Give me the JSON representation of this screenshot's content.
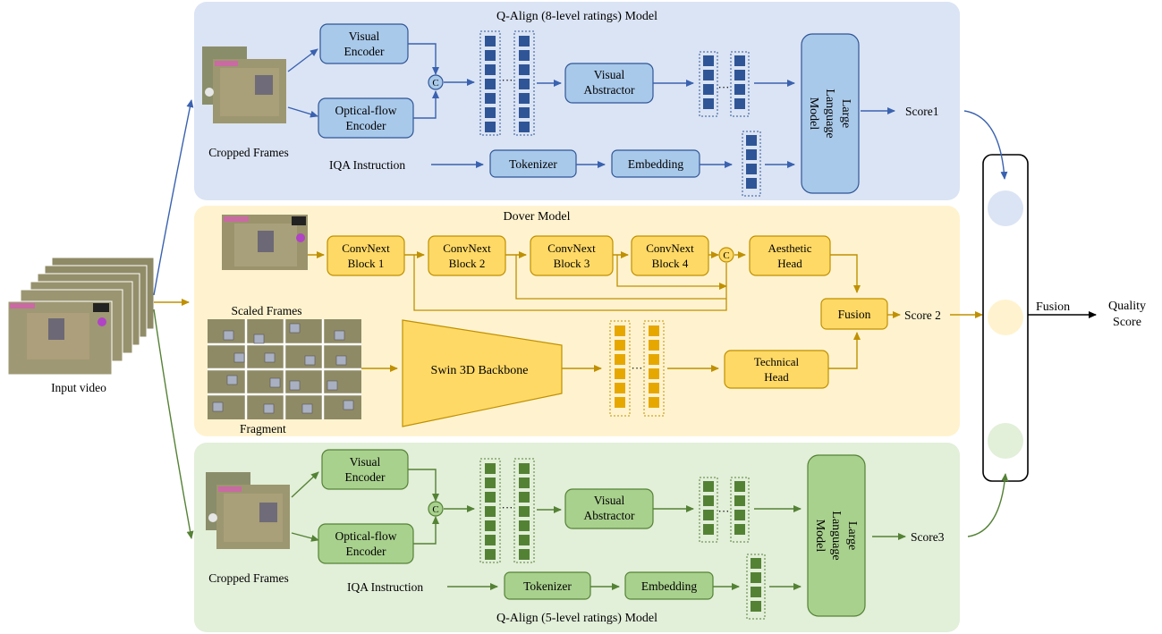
{
  "top": {
    "title": "Q-Align (8-level ratings) Model",
    "visual_encoder": [
      "Visual",
      "Encoder"
    ],
    "optical_flow_encoder": [
      "Optical-flow",
      "Encoder"
    ],
    "concat": "C",
    "visual_abstractor": [
      "Visual",
      "Abstractor"
    ],
    "llm": [
      "Large",
      "Language",
      "Model"
    ],
    "cropped_frames": "Cropped Frames",
    "iqa_instruction": "IQA Instruction",
    "tokenizer": "Tokenizer",
    "embedding": "Embedding",
    "score": "Score1",
    "ellipsis": "···"
  },
  "middle": {
    "title": "Dover Model",
    "blocks": [
      [
        "ConvNext",
        "Block 1"
      ],
      [
        "ConvNext",
        "Block 2"
      ],
      [
        "ConvNext",
        "Block 3"
      ],
      [
        "ConvNext",
        "Block 4"
      ]
    ],
    "concat": "C",
    "aesthetic_head": [
      "Aesthetic",
      "Head"
    ],
    "technical_head": [
      "Technical",
      "Head"
    ],
    "fusion": "Fusion",
    "score": "Score 2",
    "scaled_frames": "Scaled Frames",
    "fragment": "Fragment",
    "swin": "Swin 3D Backbone",
    "ellipsis": "···"
  },
  "bottom": {
    "title": "Q-Align (5-level ratings) Model",
    "visual_encoder": [
      "Visual",
      "Encoder"
    ],
    "optical_flow_encoder": [
      "Optical-flow",
      "Encoder"
    ],
    "concat": "C",
    "visual_abstractor": [
      "Visual",
      "Abstractor"
    ],
    "llm": [
      "Large",
      "Language",
      "Model"
    ],
    "cropped_frames": "Cropped Frames",
    "iqa_instruction": "IQA Instruction",
    "tokenizer": "Tokenizer",
    "embedding": "Embedding",
    "score": "Score3",
    "ellipsis": "···"
  },
  "input_video": "Input video",
  "fusion_label": "Fusion",
  "quality_score": [
    "Quality",
    "Score"
  ],
  "colors": {
    "blue_panel": "#dbe4f4",
    "blue_box": "#a9c9ea",
    "blue_dark": "#2f5597",
    "blue_arrow": "#3a62b0",
    "yellow_panel": "#fff3cf",
    "yellow_box": "#ffd966",
    "yellow_dark": "#bf9000",
    "green_panel": "#e2efd9",
    "green_box": "#a9d18e",
    "green_dark": "#548235"
  }
}
